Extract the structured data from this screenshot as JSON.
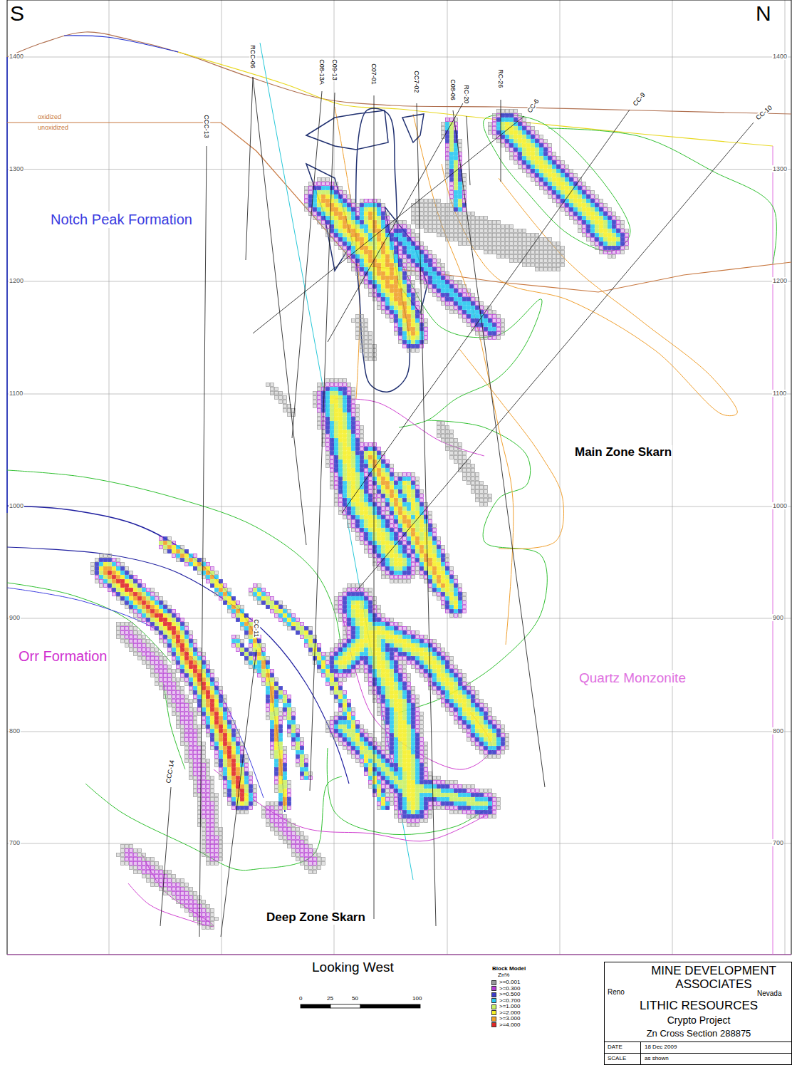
{
  "diagram": {
    "nodes": [
      {
        "text": [
          "MINE DEVELOPMENT ASSOCIATES",
          "Reno",
          "Nevada",
          "LITHIC RESOURCES",
          "Crypto Project",
          "Zn Cross Section 288875"
        ]
      },
      {
        "text": [
          "DATE",
          "18 Dec 2009"
        ],
        "in": 0
      },
      {
        "text": [
          "SCALE",
          "as shown"
        ],
        "in": 0
      }
    ],
    "labels": [
      "S",
      "N",
      "1400",
      "1300",
      "1200",
      "1100",
      "1000",
      "900",
      "800",
      "700",
      "1400",
      "1300",
      "1200",
      "1100",
      "1000",
      "900",
      "800",
      "700",
      "oxidized",
      "unoxidized",
      "Notch Peak Formation",
      "Main Zone Skarn",
      "Orr Formation",
      "Quartz Monzonite",
      "Deep Zone Skarn",
      "Looking West",
      "0",
      "25",
      "50",
      "100",
      "Block Model",
      "Zn%",
      "RCC-06",
      "CCC-13",
      "C08-13A",
      "C09-13",
      "C07-01",
      "CC7-02",
      "C08-06",
      "RC-20",
      "RC-26",
      "CC-6",
      "CC-9",
      "CC-10",
      "CC-11",
      "CCC-14"
    ],
    "legend": [
      {
        "text": ">=0.001",
        "color": "#9a9a9a"
      },
      {
        "text": ">=0.300",
        "color": "#b43cd2"
      },
      {
        "text": ">=0.500",
        "color": "#3c3cc8"
      },
      {
        "text": ">=0.700",
        "color": "#28c8f0"
      },
      {
        "text": ">=1.000",
        "color": "#c8f064"
      },
      {
        "text": ">=2.000",
        "color": "#f5f028"
      },
      {
        "text": ">=3.000",
        "color": "#f0a028"
      },
      {
        "text": ">=4.000",
        "color": "#e02828"
      }
    ]
  }
}
